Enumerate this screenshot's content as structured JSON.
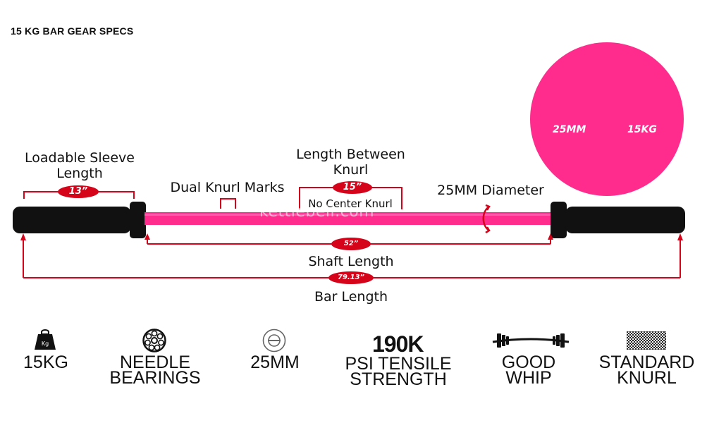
{
  "page_title": "15 KG BAR GEAR SPECS",
  "plate": {
    "color": "#ff2c8e",
    "diameter_label": "25MM",
    "weight_label": "15KG"
  },
  "bar": {
    "shaft_color": "#ff2c8e",
    "sleeve_color": "#111111"
  },
  "callouts": {
    "sleeve_label_line1": "Loadable Sleeve",
    "sleeve_label_line2": "Length",
    "sleeve_value": "13”",
    "dual_knurl_label": "Dual Knurl Marks",
    "between_knurl_line1": "Length Between",
    "between_knurl_line2": "Knurl",
    "between_knurl_value": "15”",
    "no_center_knurl": "No Center Knurl",
    "diameter_label": "25MM Diameter",
    "shaft_value": "52”",
    "shaft_label": "Shaft Length",
    "bar_value": "79.13”",
    "bar_label": "Bar Length"
  },
  "watermark": "kettlebell.com",
  "accent_color": "#d6041a",
  "features": [
    {
      "icon": "kettlebell-weight-icon",
      "icon_text": "Kg",
      "line1": "15KG",
      "line2": ""
    },
    {
      "icon": "needle-bearing-icon",
      "line1": "NEEDLE",
      "line2": "BEARINGS"
    },
    {
      "icon": "diameter-circle-icon",
      "line1": "25MM",
      "line2": ""
    },
    {
      "icon": "tensile-strength-text",
      "headline": "190K",
      "line1": "PSI TENSILE",
      "line2": "STRENGTH"
    },
    {
      "icon": "barbell-whip-icon",
      "line1": "GOOD",
      "line2": "WHIP"
    },
    {
      "icon": "knurl-pattern-icon",
      "line1": "STANDARD",
      "line2": "KNURL"
    }
  ]
}
